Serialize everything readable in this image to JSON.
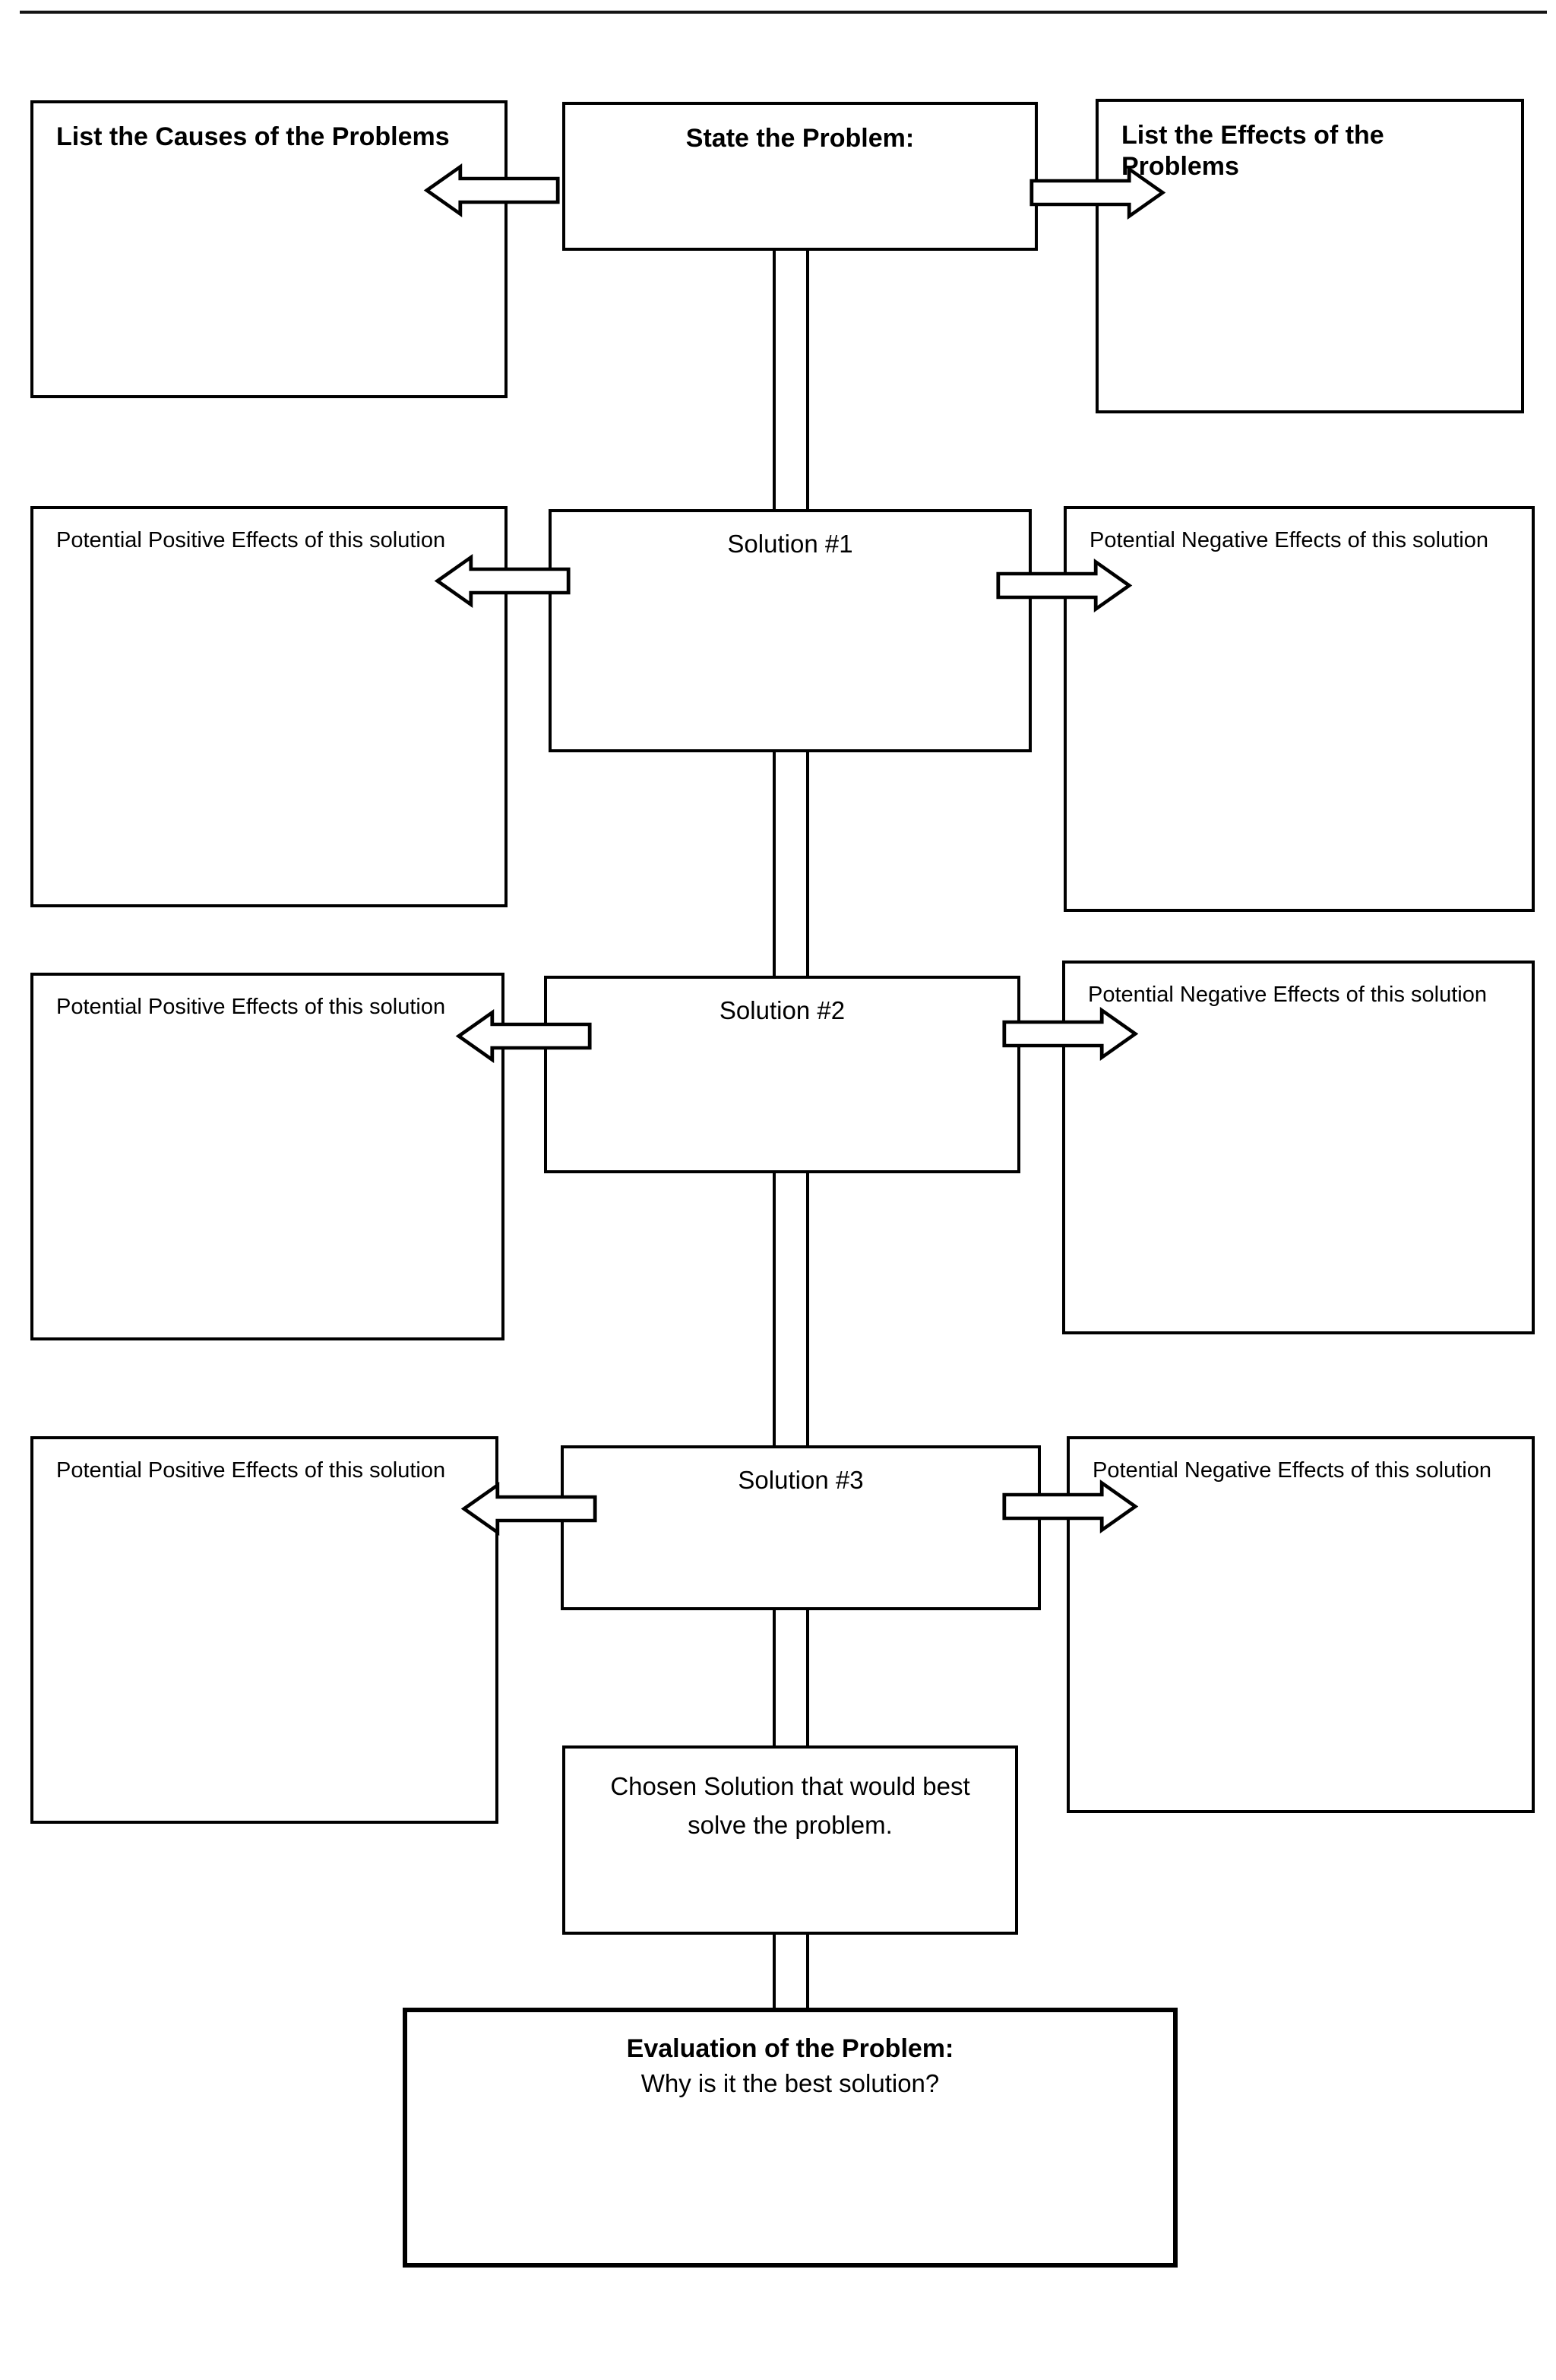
{
  "colors": {
    "ink": "#000000",
    "paper": "#ffffff"
  },
  "diagram": {
    "row1": {
      "causes": {
        "title": "List the Causes of the Problems"
      },
      "problem": {
        "title": "State the Problem:"
      },
      "effects": {
        "title": "List the Effects of the Problems"
      }
    },
    "solutions": [
      {
        "title": "Solution #1",
        "positive": "Potential Positive Effects of this solution",
        "negative": "Potential Negative Effects of this solution"
      },
      {
        "title": "Solution #2",
        "positive": "Potential Positive Effects of this solution",
        "negative": "Potential Negative Effects of this solution"
      },
      {
        "title": "Solution #3",
        "positive": "Potential Positive Effects of this solution",
        "negative": "Potential Negative Effects of this solution"
      }
    ],
    "chosen": {
      "line1": "Chosen Solution that would best",
      "line2": "solve the problem."
    },
    "evaluation": {
      "title": "Evaluation of the Problem:",
      "subtitle": "Why is it the best solution?"
    }
  }
}
